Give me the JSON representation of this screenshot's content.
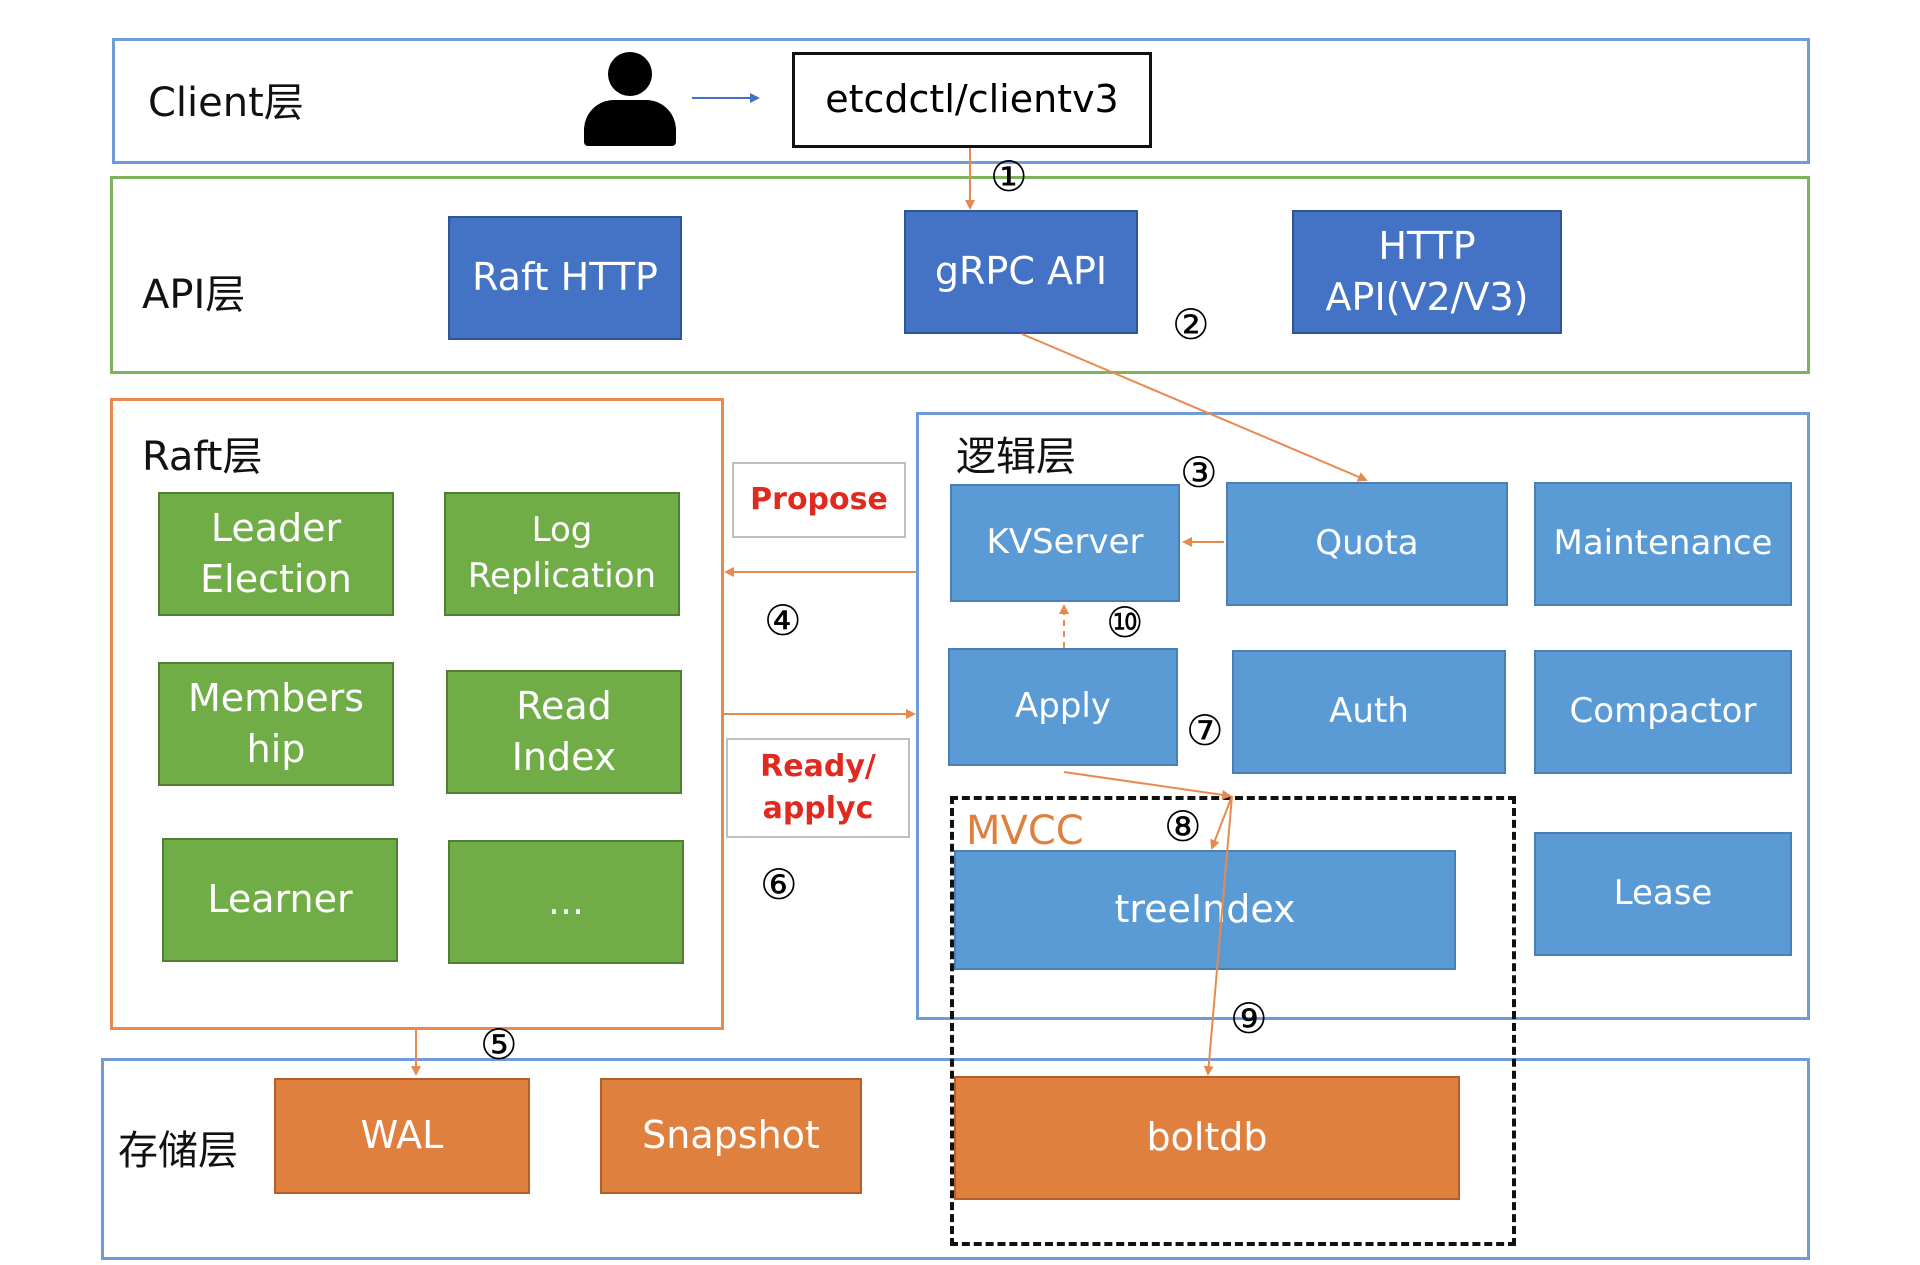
{
  "layers": {
    "client": "Client层",
    "api": "API层",
    "raft": "Raft层",
    "logic": "逻辑层",
    "storage": "存储层"
  },
  "client": {
    "tool": "etcdctl/clientv3"
  },
  "api": {
    "raft_http": "Raft HTTP",
    "grpc": "gRPC API",
    "http_line1": "HTTP",
    "http_line2": "API(V2/V3)"
  },
  "raft": {
    "leader_line1": "Leader",
    "leader_line2": "Election",
    "log_line1": "Log",
    "log_line2": "Replication",
    "members_line1": "Members",
    "members_line2": "hip",
    "read_line1": "Read",
    "read_line2": "Index",
    "learner": "Learner",
    "more": "..."
  },
  "messages": {
    "propose": "Propose",
    "ready_line1": "Ready/",
    "ready_line2": "applyc"
  },
  "logic": {
    "kvserver": "KVServer",
    "quota": "Quota",
    "maintenance": "Maintenance",
    "apply": "Apply",
    "auth": "Auth",
    "compactor": "Compactor",
    "mvcc": "MVCC",
    "treeindex": "treeIndex",
    "lease": "Lease"
  },
  "storage": {
    "wal": "WAL",
    "snapshot": "Snapshot",
    "boltdb": "boltdb"
  },
  "steps": [
    "①",
    "②",
    "③",
    "④",
    "⑤",
    "⑥",
    "⑦",
    "⑧",
    "⑨",
    "⑩"
  ],
  "colors": {
    "arrow": "#e88a4f",
    "user_arrow": "#4472c4",
    "mvcc_label": "#e0803f"
  }
}
